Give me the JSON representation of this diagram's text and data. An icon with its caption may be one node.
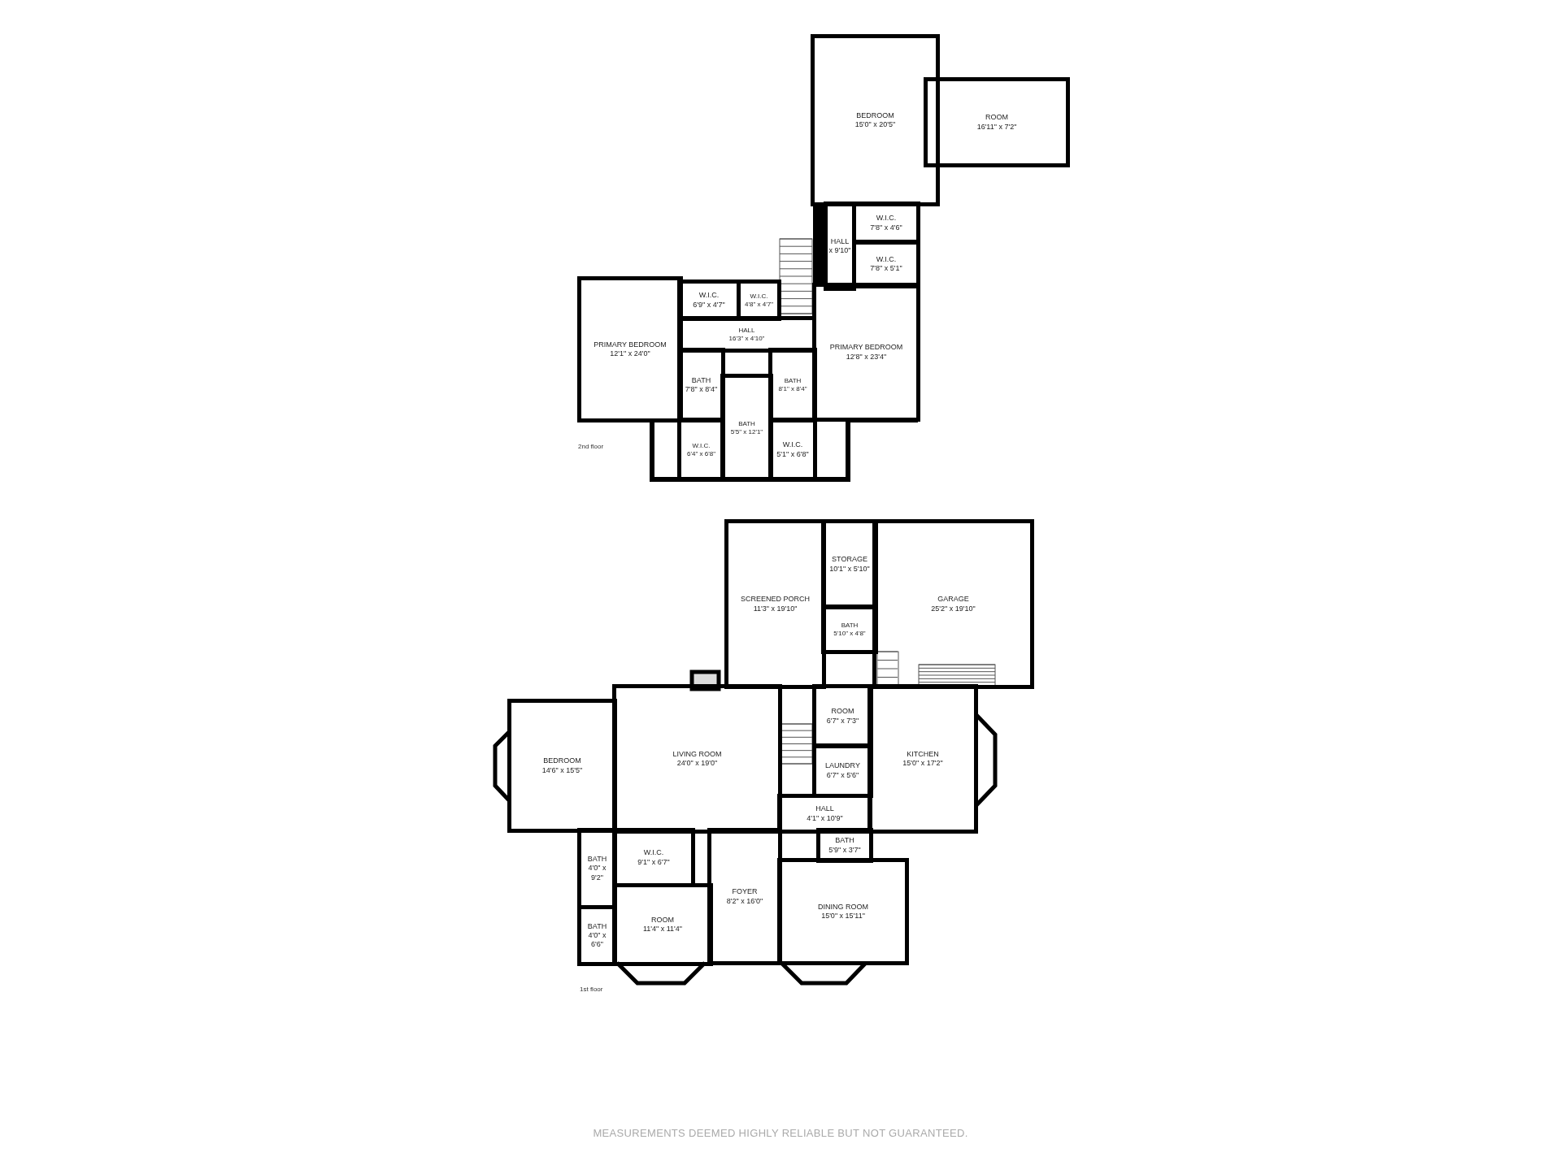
{
  "diagram": {
    "nodes": [
      {
        "text": [
          "BEDROOM",
          "15'0\" x 20'5\""
        ]
      },
      {
        "text": [
          "ROOM",
          "16'11\" x 7'2\""
        ]
      },
      {
        "text": [
          "HALL",
          "x 9'10\""
        ]
      },
      {
        "text": [
          "W.I.C.",
          "7'8\" x 4'6\""
        ]
      },
      {
        "text": [
          "W.I.C.",
          "7'8\" x 5'1\""
        ]
      },
      {
        "text": [
          "PRIMARY BEDROOM",
          "12'1\" x 24'0\""
        ]
      },
      {
        "text": [
          "W.I.C.",
          "6'9\" x 4'7\""
        ]
      },
      {
        "text": [
          "W.I.C.",
          "4'8\" x 4'7\""
        ]
      },
      {
        "text": [
          "HALL",
          "16'3\" x 4'10\""
        ]
      },
      {
        "text": [
          "PRIMARY BEDROOM",
          "12'8\" x 23'4\""
        ]
      },
      {
        "text": [
          "BATH",
          "7'8\" x 8'4\""
        ]
      },
      {
        "text": [
          "BATH",
          "8'1\" x 8'4\""
        ]
      },
      {
        "text": [
          "BATH",
          "5'5\" x 12'1\""
        ]
      },
      {
        "text": [
          "W.I.C.",
          "6'4\" x 6'8\""
        ]
      },
      {
        "text": [
          "W.I.C.",
          "5'1\" x 6'8\""
        ]
      },
      {
        "text": [
          "SCREENED PORCH",
          "11'3\" x 19'10\""
        ]
      },
      {
        "text": [
          "STORAGE",
          "10'1\" x 5'10\""
        ]
      },
      {
        "text": [
          "BATH",
          "5'10\" x 4'8\""
        ]
      },
      {
        "text": [
          "GARAGE",
          "25'2\" x 19'10\""
        ]
      },
      {
        "text": [
          "BEDROOM",
          "14'6\" x 15'5\""
        ]
      },
      {
        "text": [
          "LIVING ROOM",
          "24'0\" x 19'0\""
        ]
      },
      {
        "text": [
          "ROOM",
          "6'7\" x 7'3\""
        ]
      },
      {
        "text": [
          "LAUNDRY",
          "6'7\" x 5'6\""
        ]
      },
      {
        "text": [
          "KITCHEN",
          "15'0\" x 17'2\""
        ]
      },
      {
        "text": [
          "HALL",
          "4'1\" x 10'9\""
        ]
      },
      {
        "text": [
          "BATH",
          "5'9\" x 3'7\""
        ]
      },
      {
        "text": [
          "BATH",
          "4'0\" x 9'2\""
        ]
      },
      {
        "text": [
          "W.I.C.",
          "9'1\" x 6'7\""
        ]
      },
      {
        "text": [
          "FOYER",
          "8'2\" x 16'0\""
        ]
      },
      {
        "text": [
          "BATH",
          "4'0\" x 6'6\""
        ]
      },
      {
        "text": [
          "ROOM",
          "11'4\" x 11'4\""
        ]
      },
      {
        "text": [
          "DINING ROOM",
          "15'0\" x 15'11\""
        ]
      }
    ],
    "labels": [
      "2nd floor",
      "1st floor",
      "MEASUREMENTS DEEMED HIGHLY RELIABLE BUT NOT GUARANTEED."
    ]
  }
}
